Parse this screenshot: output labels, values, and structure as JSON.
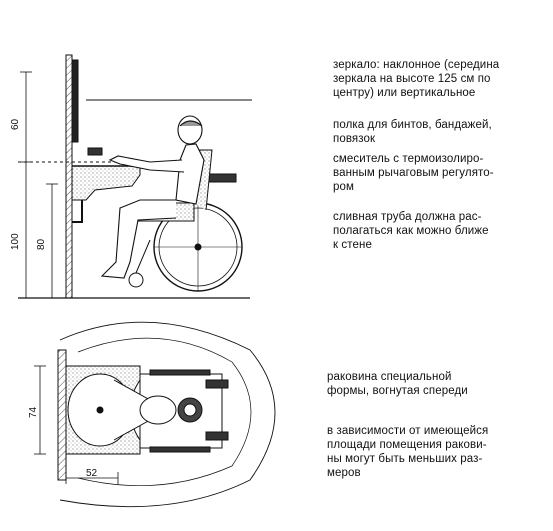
{
  "side_view": {
    "dimensions": {
      "mirror_zone": "60",
      "overall_height": "100",
      "counter_height": "80"
    },
    "notes": [
      "зеркало: наклонное (середина\nзеркала на высоте 125 см по\nцентру) или вертикальное",
      "полка для бинтов, бандажей,\nповязок",
      "смеситель с термоизолиро-\nванным рычаговым регулято-\nром",
      "сливная труба должна рас-\nполагаться как можно ближе\nк стене"
    ]
  },
  "plan_view": {
    "dimensions": {
      "basin_depth": "74",
      "offset": "52"
    },
    "notes": [
      "раковина специальной\nформы, вогнутая спереди",
      "в зависимости от имеющейся\nплощади помещения ракови-\nны могут быть меньших раз-\nмеров"
    ]
  },
  "colors": {
    "ink": "#111111",
    "hatch": "#9a9a9a",
    "paper": "#ffffff"
  }
}
